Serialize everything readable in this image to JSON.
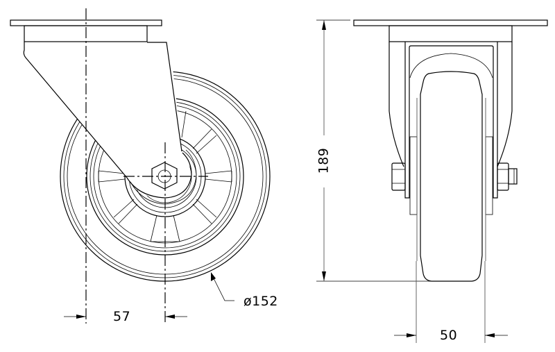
{
  "drawing": {
    "subject": "swivel caster wheel technical drawing",
    "views": [
      {
        "name": "side-view",
        "description": "swivel caster side elevation with wheel and top plate"
      },
      {
        "name": "front-view",
        "description": "caster front elevation showing fork, wheel and axle bolt"
      }
    ],
    "line_color": "#000000",
    "background": "#ffffff"
  },
  "dimensions": {
    "offset": {
      "label": "57",
      "description": "swivel offset between plate center and axle center"
    },
    "wheel_diameter": {
      "label": "ø152",
      "description": "wheel outer diameter"
    },
    "overall_height": {
      "label": "189",
      "description": "overall height from plate top to wheel bottom"
    },
    "wheel_width": {
      "label": "50",
      "description": "wheel tread width"
    }
  }
}
